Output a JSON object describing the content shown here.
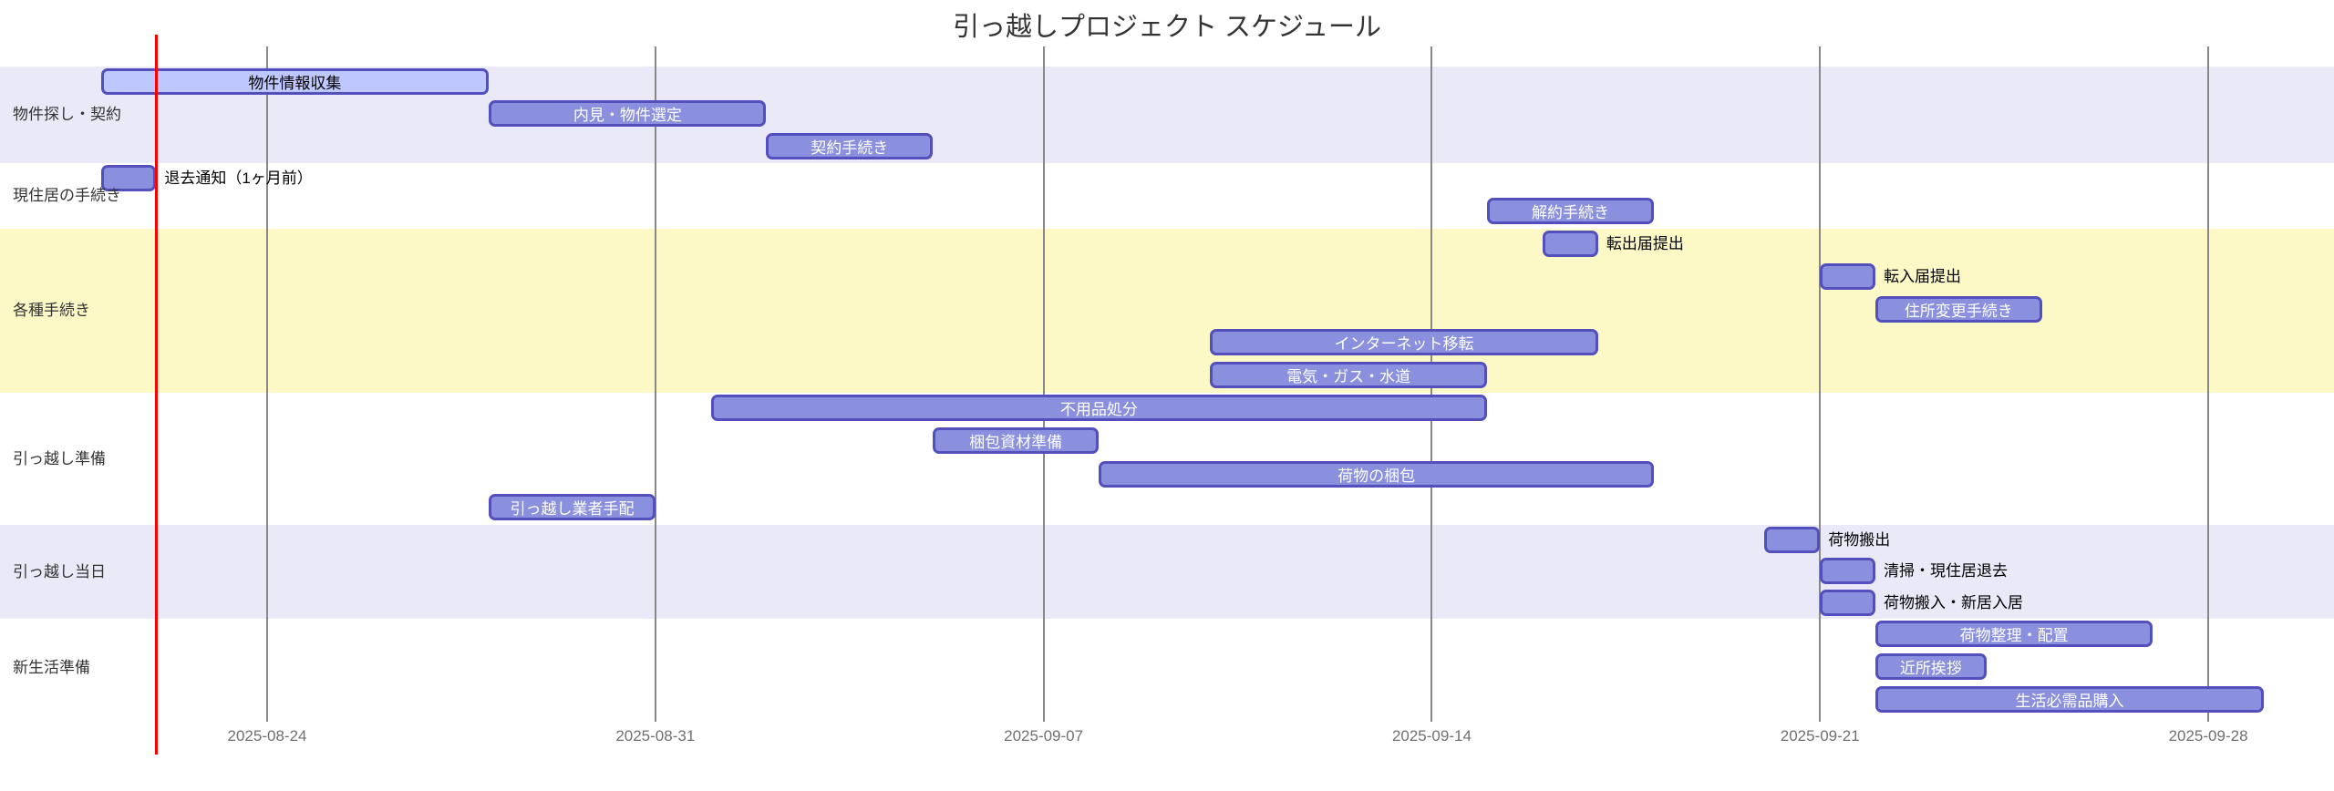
{
  "title": "引っ越しプロジェクト スケジュール",
  "colors": {
    "task_fill": "#8a90dd",
    "task_border": "#534fbc",
    "active_task_fill": "#bfc7ff",
    "bar_text_light": "#ffffff",
    "bar_text_dark": "#000000",
    "section_bg_lavender": "#e9e9f8",
    "section_bg_yellow": "#fcf9c7",
    "section_bg_white": "#ffffff",
    "grid_line": "#888888",
    "tick_label": "#707070",
    "today_line": "#ff0000",
    "title_text": "#333333",
    "section_label_text": "#333333"
  },
  "chart_data": {
    "type": "gantt",
    "title": "引っ越しプロジェクト スケジュール",
    "today_marker": "2025-08-22",
    "x_axis": {
      "tick_labels": [
        "2025-08-24",
        "2025-08-31",
        "2025-09-07",
        "2025-09-14",
        "2025-09-21",
        "2025-09-28"
      ],
      "tick_interval_days": 7,
      "grid": true
    },
    "legend_position": "none",
    "sections": [
      {
        "name": "物件探し・契約",
        "bg": "lavender",
        "tasks": [
          {
            "label": "物件情報収集",
            "start": "2025-08-21",
            "end": "2025-08-28",
            "duration_days": 7,
            "style": "active",
            "label_pos": "inside"
          },
          {
            "label": "内見・物件選定",
            "start": "2025-08-28",
            "end": "2025-09-02",
            "duration_days": 5,
            "style": "normal",
            "label_pos": "inside"
          },
          {
            "label": "契約手続き",
            "start": "2025-09-02",
            "end": "2025-09-05",
            "duration_days": 3,
            "style": "normal",
            "label_pos": "inside"
          }
        ]
      },
      {
        "name": "現住居の手続き",
        "bg": "white",
        "tasks": [
          {
            "label": "退去通知（1ヶ月前）",
            "start": "2025-08-21",
            "end": "2025-08-22",
            "duration_days": 1,
            "style": "normal",
            "label_pos": "right"
          },
          {
            "label": "解約手続き",
            "start": "2025-09-15",
            "end": "2025-09-18",
            "duration_days": 3,
            "style": "normal",
            "label_pos": "inside"
          }
        ]
      },
      {
        "name": "各種手続き",
        "bg": "yellow",
        "tasks": [
          {
            "label": "転出届提出",
            "start": "2025-09-16",
            "end": "2025-09-17",
            "duration_days": 1,
            "style": "normal",
            "label_pos": "right"
          },
          {
            "label": "転入届提出",
            "start": "2025-09-21",
            "end": "2025-09-22",
            "duration_days": 1,
            "style": "normal",
            "label_pos": "right"
          },
          {
            "label": "住所変更手続き",
            "start": "2025-09-22",
            "end": "2025-09-25",
            "duration_days": 3,
            "style": "normal",
            "label_pos": "inside"
          },
          {
            "label": "インターネット移転",
            "start": "2025-09-10",
            "end": "2025-09-17",
            "duration_days": 7,
            "style": "normal",
            "label_pos": "inside"
          },
          {
            "label": "電気・ガス・水道",
            "start": "2025-09-10",
            "end": "2025-09-15",
            "duration_days": 5,
            "style": "normal",
            "label_pos": "inside"
          }
        ]
      },
      {
        "name": "引っ越し準備",
        "bg": "white",
        "tasks": [
          {
            "label": "不用品処分",
            "start": "2025-09-01",
            "end": "2025-09-15",
            "duration_days": 14,
            "style": "normal",
            "label_pos": "inside"
          },
          {
            "label": "梱包資材準備",
            "start": "2025-09-05",
            "end": "2025-09-08",
            "duration_days": 3,
            "style": "normal",
            "label_pos": "inside"
          },
          {
            "label": "荷物の梱包",
            "start": "2025-09-08",
            "end": "2025-09-18",
            "duration_days": 10,
            "style": "normal",
            "label_pos": "inside"
          },
          {
            "label": "引っ越し業者手配",
            "start": "2025-08-28",
            "end": "2025-08-31",
            "duration_days": 3,
            "style": "normal",
            "label_pos": "inside"
          }
        ]
      },
      {
        "name": "引っ越し当日",
        "bg": "lavender",
        "tasks": [
          {
            "label": "荷物搬出",
            "start": "2025-09-20",
            "end": "2025-09-21",
            "duration_days": 1,
            "style": "normal",
            "label_pos": "right"
          },
          {
            "label": "清掃・現住居退去",
            "start": "2025-09-21",
            "end": "2025-09-22",
            "duration_days": 1,
            "style": "normal",
            "label_pos": "right"
          },
          {
            "label": "荷物搬入・新居入居",
            "start": "2025-09-21",
            "end": "2025-09-22",
            "duration_days": 1,
            "style": "normal",
            "label_pos": "right"
          }
        ]
      },
      {
        "name": "新生活準備",
        "bg": "white",
        "tasks": [
          {
            "label": "荷物整理・配置",
            "start": "2025-09-22",
            "end": "2025-09-27",
            "duration_days": 5,
            "style": "normal",
            "label_pos": "inside"
          },
          {
            "label": "近所挨拶",
            "start": "2025-09-22",
            "end": "2025-09-24",
            "duration_days": 2,
            "style": "normal",
            "label_pos": "inside"
          },
          {
            "label": "生活必需品購入",
            "start": "2025-09-22",
            "end": "2025-09-29",
            "duration_days": 7,
            "style": "normal",
            "label_pos": "inside"
          }
        ]
      }
    ]
  }
}
